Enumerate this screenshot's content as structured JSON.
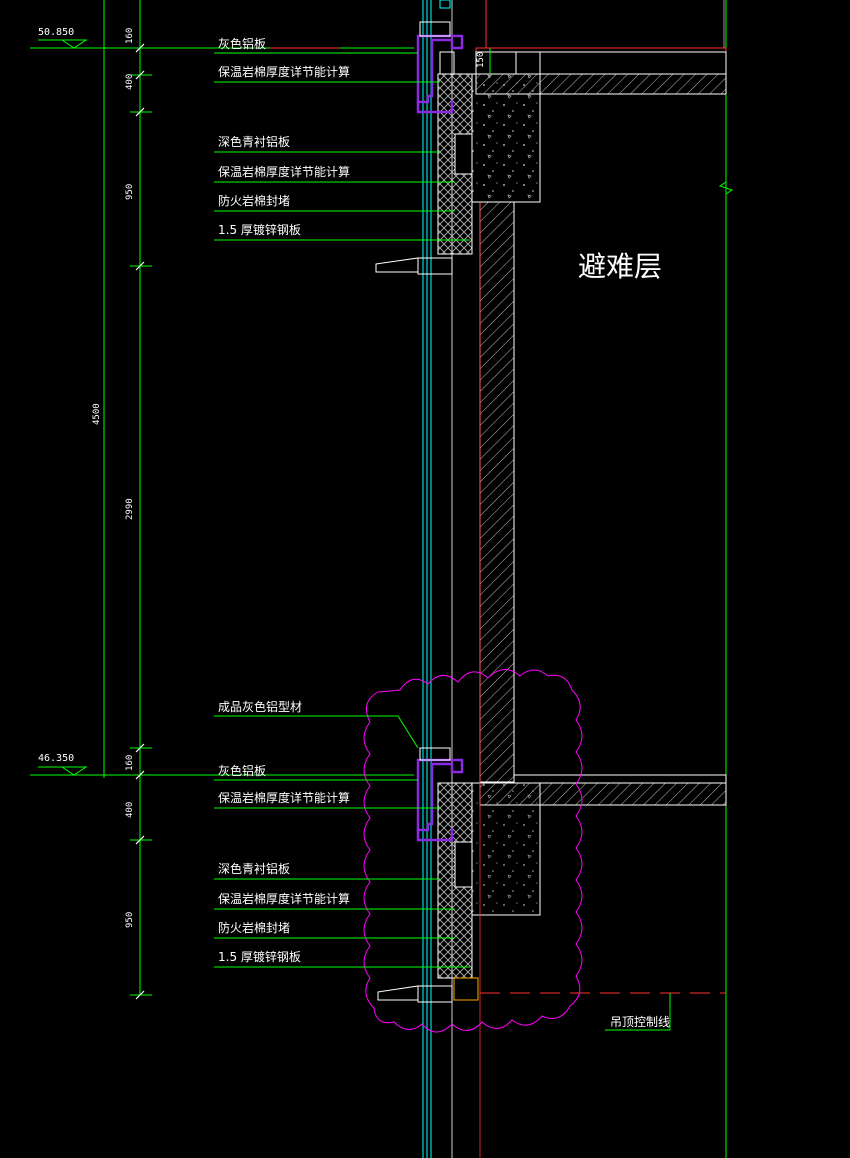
{
  "drawing": {
    "room_name": "避难层",
    "elevations": {
      "top": "50.850",
      "bottom": "46.350"
    },
    "dimensions": {
      "upper": [
        "160",
        "400",
        "950"
      ],
      "overall": "4500",
      "middle": "2990",
      "lower": [
        "160",
        "400",
        "950"
      ]
    },
    "labels_upper": [
      "灰色铝板",
      "保温岩棉厚度详节能计算",
      "深色青衬铝板",
      "保温岩棉厚度详节能计算",
      "防火岩棉封堵",
      "1.5  厚镀锌钢板"
    ],
    "label_profile": "成品灰色铝型材",
    "labels_lower": [
      "灰色铝板",
      "保温岩棉厚度详节能计算",
      "深色青衬铝板",
      "保温岩棉厚度详节能计算",
      "防火岩棉封堵",
      "1.5  厚镀锌钢板"
    ],
    "slab_dim": "150",
    "ceiling_line": "吊顶控制线"
  },
  "colors": {
    "leader": "#00ff00",
    "mullion": "#8a2be2",
    "glass": "#00ffff",
    "revision_cloud": "#ff00ff",
    "hatch": "#cccccc",
    "red_line": "#ff3030"
  }
}
